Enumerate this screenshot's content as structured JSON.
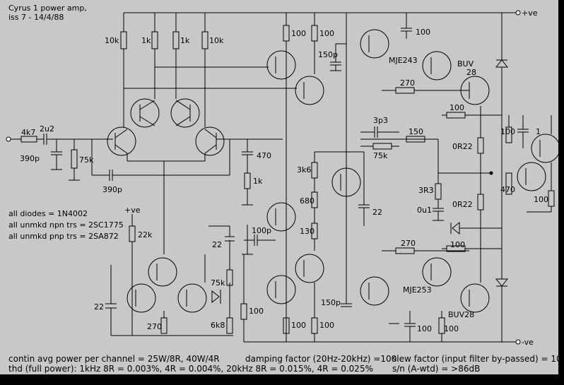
{
  "title": {
    "line1": "Cyrus 1 power amp,",
    "line2": "iss 7 - 14/4/88"
  },
  "rails": {
    "positive": "+ve",
    "negative": "-ve",
    "small_positive": "+ve"
  },
  "notes": {
    "diodes": "all diodes = 1N4002",
    "npn": "all unmkd npn trs = 2SC1775",
    "pnp": "all unmkd pnp trs = 2SA872"
  },
  "components": {
    "r_4k7": "4k7",
    "c_2u2": "2u2",
    "c_390p_in": "390p",
    "r_75k_in": "75k",
    "c_390p_fb": "390p",
    "r_10k_a": "10k",
    "r_1k_a": "1k",
    "r_1k_b": "1k",
    "r_10k_b": "10k",
    "r_100_a": "100",
    "r_100_b": "100",
    "c_150p_top": "150p",
    "c_100_top": "100",
    "q_mje243": "MJE243",
    "q_buv28_top": "BUV",
    "q_buv28_top2": "28",
    "r_270_top": "270",
    "r_100_top": "100",
    "c_3p3": "3p3",
    "r_150": "150",
    "r_75k_fb": "75k",
    "c_470": "470",
    "r_1k_c": "1k",
    "r_3k6": "3k6",
    "r_680": "680",
    "r_130": "130",
    "c_22_mid": "22",
    "r_0r22_a": "0R22",
    "r_3r3": "3R3",
    "c_0u1": "0u1",
    "r_0r22_b": "0R22",
    "r_100_out": "100",
    "c_1_out": "1",
    "r_470_out": "470",
    "r_100_out2": "100",
    "r_22k": "22k",
    "c_22_left": "22",
    "c_22_fb": "22",
    "c_100p": "100p",
    "r_75k_bias": "75k",
    "r_6k8": "6k8",
    "r_100_c": "100",
    "r_270_bot": "270",
    "r_270_low": "270",
    "r_100_bot": "100",
    "q_mje253": "MJE253",
    "q_buv28_bot": "BUV28",
    "r_100_d": "100",
    "r_100_e": "100",
    "c_150p_bot": "150p",
    "c_100_bot": "100",
    "r_100_f": "100"
  },
  "specs": {
    "power": "contin avg power per channel = 25W/8R, 40W/4R",
    "damping": "damping factor (20Hz-20kHz) =100",
    "slew": "slew factor (input filter by-passed) = 10",
    "thd": "thd (full power): 1kHz 8R = 0.003%, 4R = 0.004%, 20kHz 8R = 0.015%, 4R = 0.025%",
    "sn": "s/n (A-wtd) = >86dB"
  }
}
